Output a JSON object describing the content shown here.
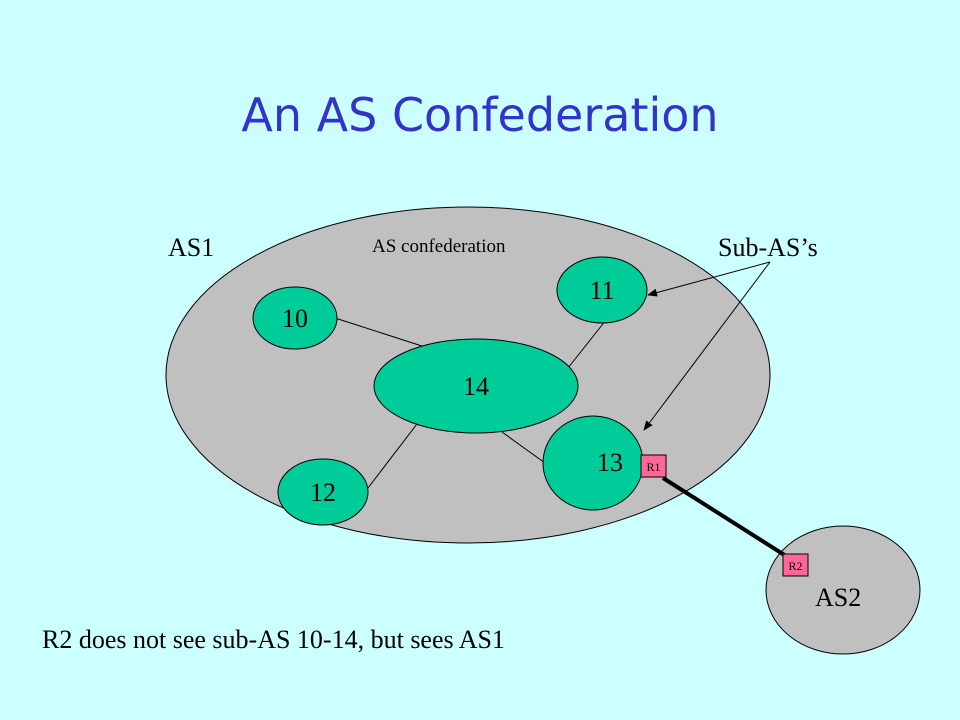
{
  "title": "An AS Confederation",
  "labels": {
    "as1": "AS1",
    "confederation": "AS confederation",
    "sub_as": "Sub-AS’s",
    "as2": "AS2"
  },
  "nodes": [
    {
      "id": "10",
      "label": "10"
    },
    {
      "id": "11",
      "label": "11"
    },
    {
      "id": "14",
      "label": "14"
    },
    {
      "id": "13",
      "label": "13"
    },
    {
      "id": "12",
      "label": "12"
    }
  ],
  "routers": [
    {
      "id": "r1",
      "label": "R1"
    },
    {
      "id": "r2",
      "label": "R2"
    }
  ],
  "caption": "R2 does not see sub-AS 10-14, but sees AS1",
  "colors": {
    "background": "#ccffff",
    "title": "#3333cc",
    "as_region": "#c0c0c0",
    "sub_as": "#00cc99",
    "router": "#ff6699"
  }
}
